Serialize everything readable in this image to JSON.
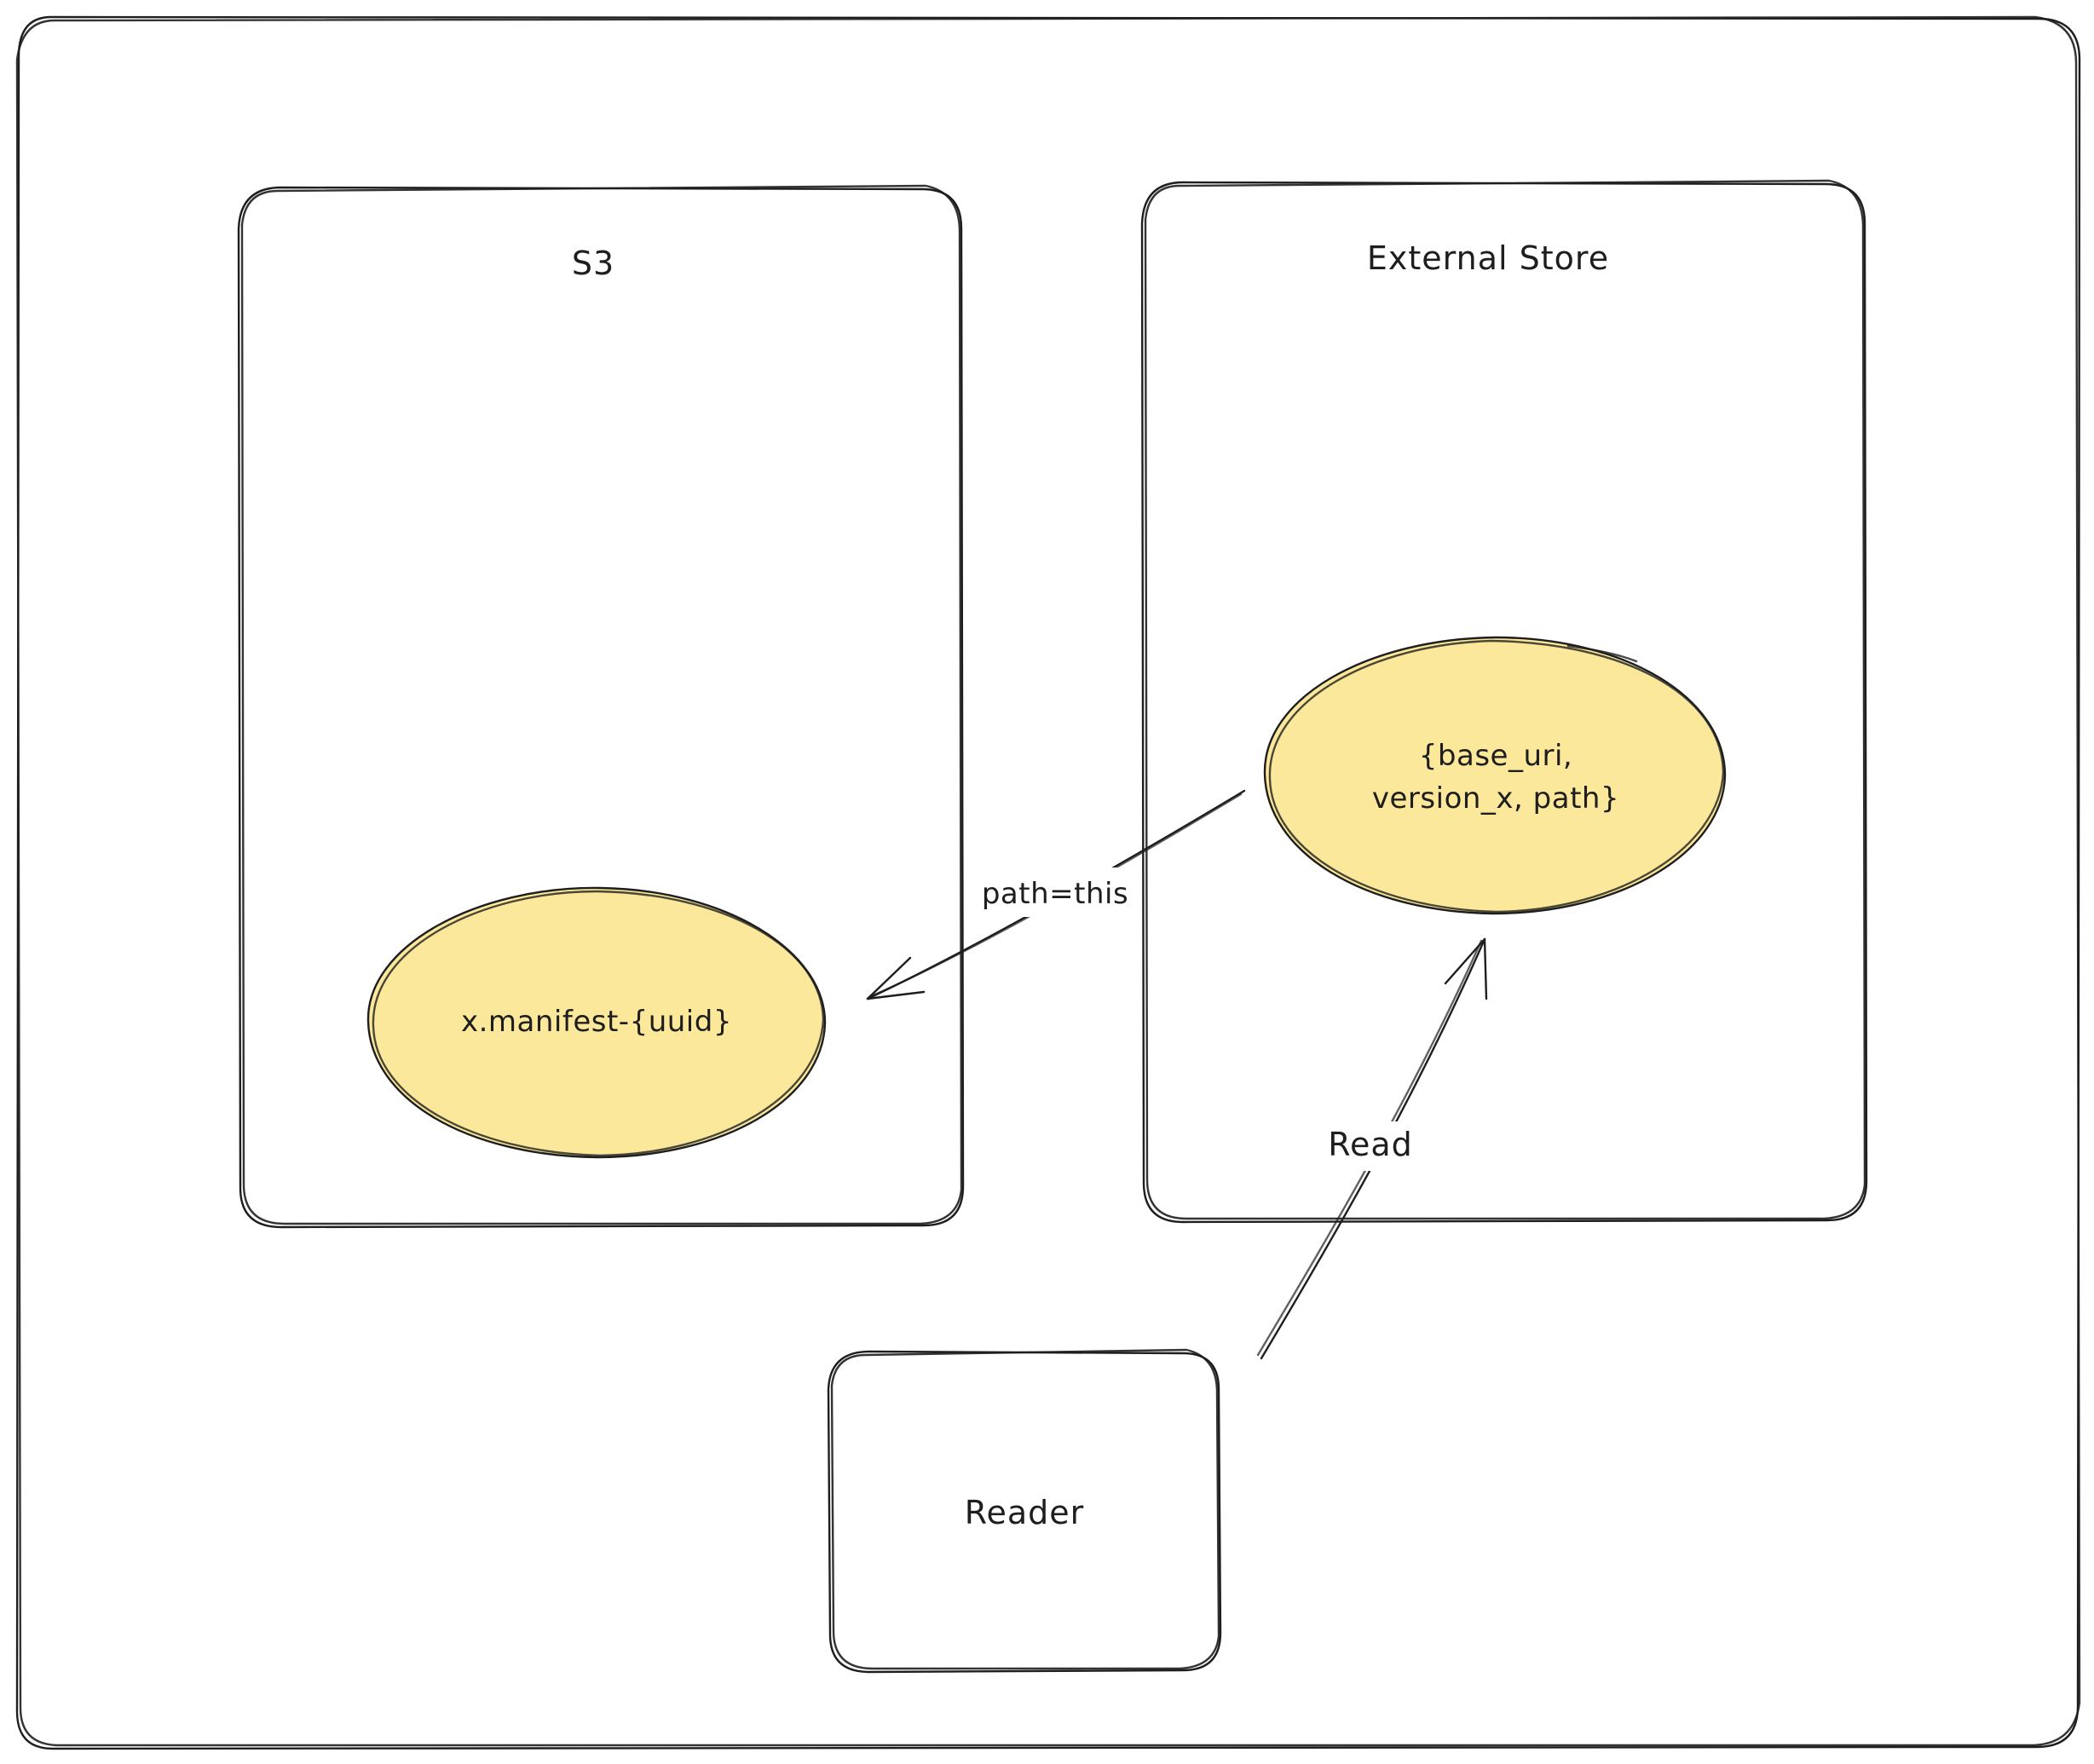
{
  "containers": {
    "s3": {
      "title": "S3"
    },
    "external_store": {
      "title": "External Store"
    },
    "reader": {
      "title": "Reader"
    }
  },
  "nodes": {
    "manifest": {
      "label": "x.manifest-{uuid}",
      "fill": "#fbe89a"
    },
    "pointer": {
      "line1": "{base_uri,",
      "line2": "version_x, path}",
      "fill": "#fbe89a"
    }
  },
  "edges": {
    "pointer_to_manifest": {
      "label": "path=this"
    },
    "reader_to_pointer": {
      "label": "Read"
    }
  }
}
